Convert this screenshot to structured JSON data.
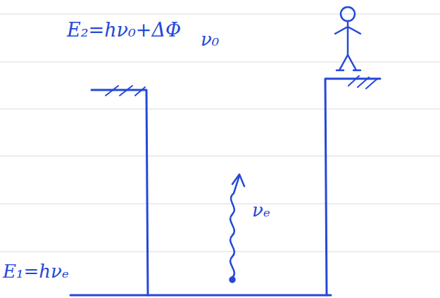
{
  "diagram": {
    "labels": [
      "E₂=hν₀+ΔΦ",
      "ν₀",
      "νₑ",
      "E₁=hνₑ"
    ]
  }
}
